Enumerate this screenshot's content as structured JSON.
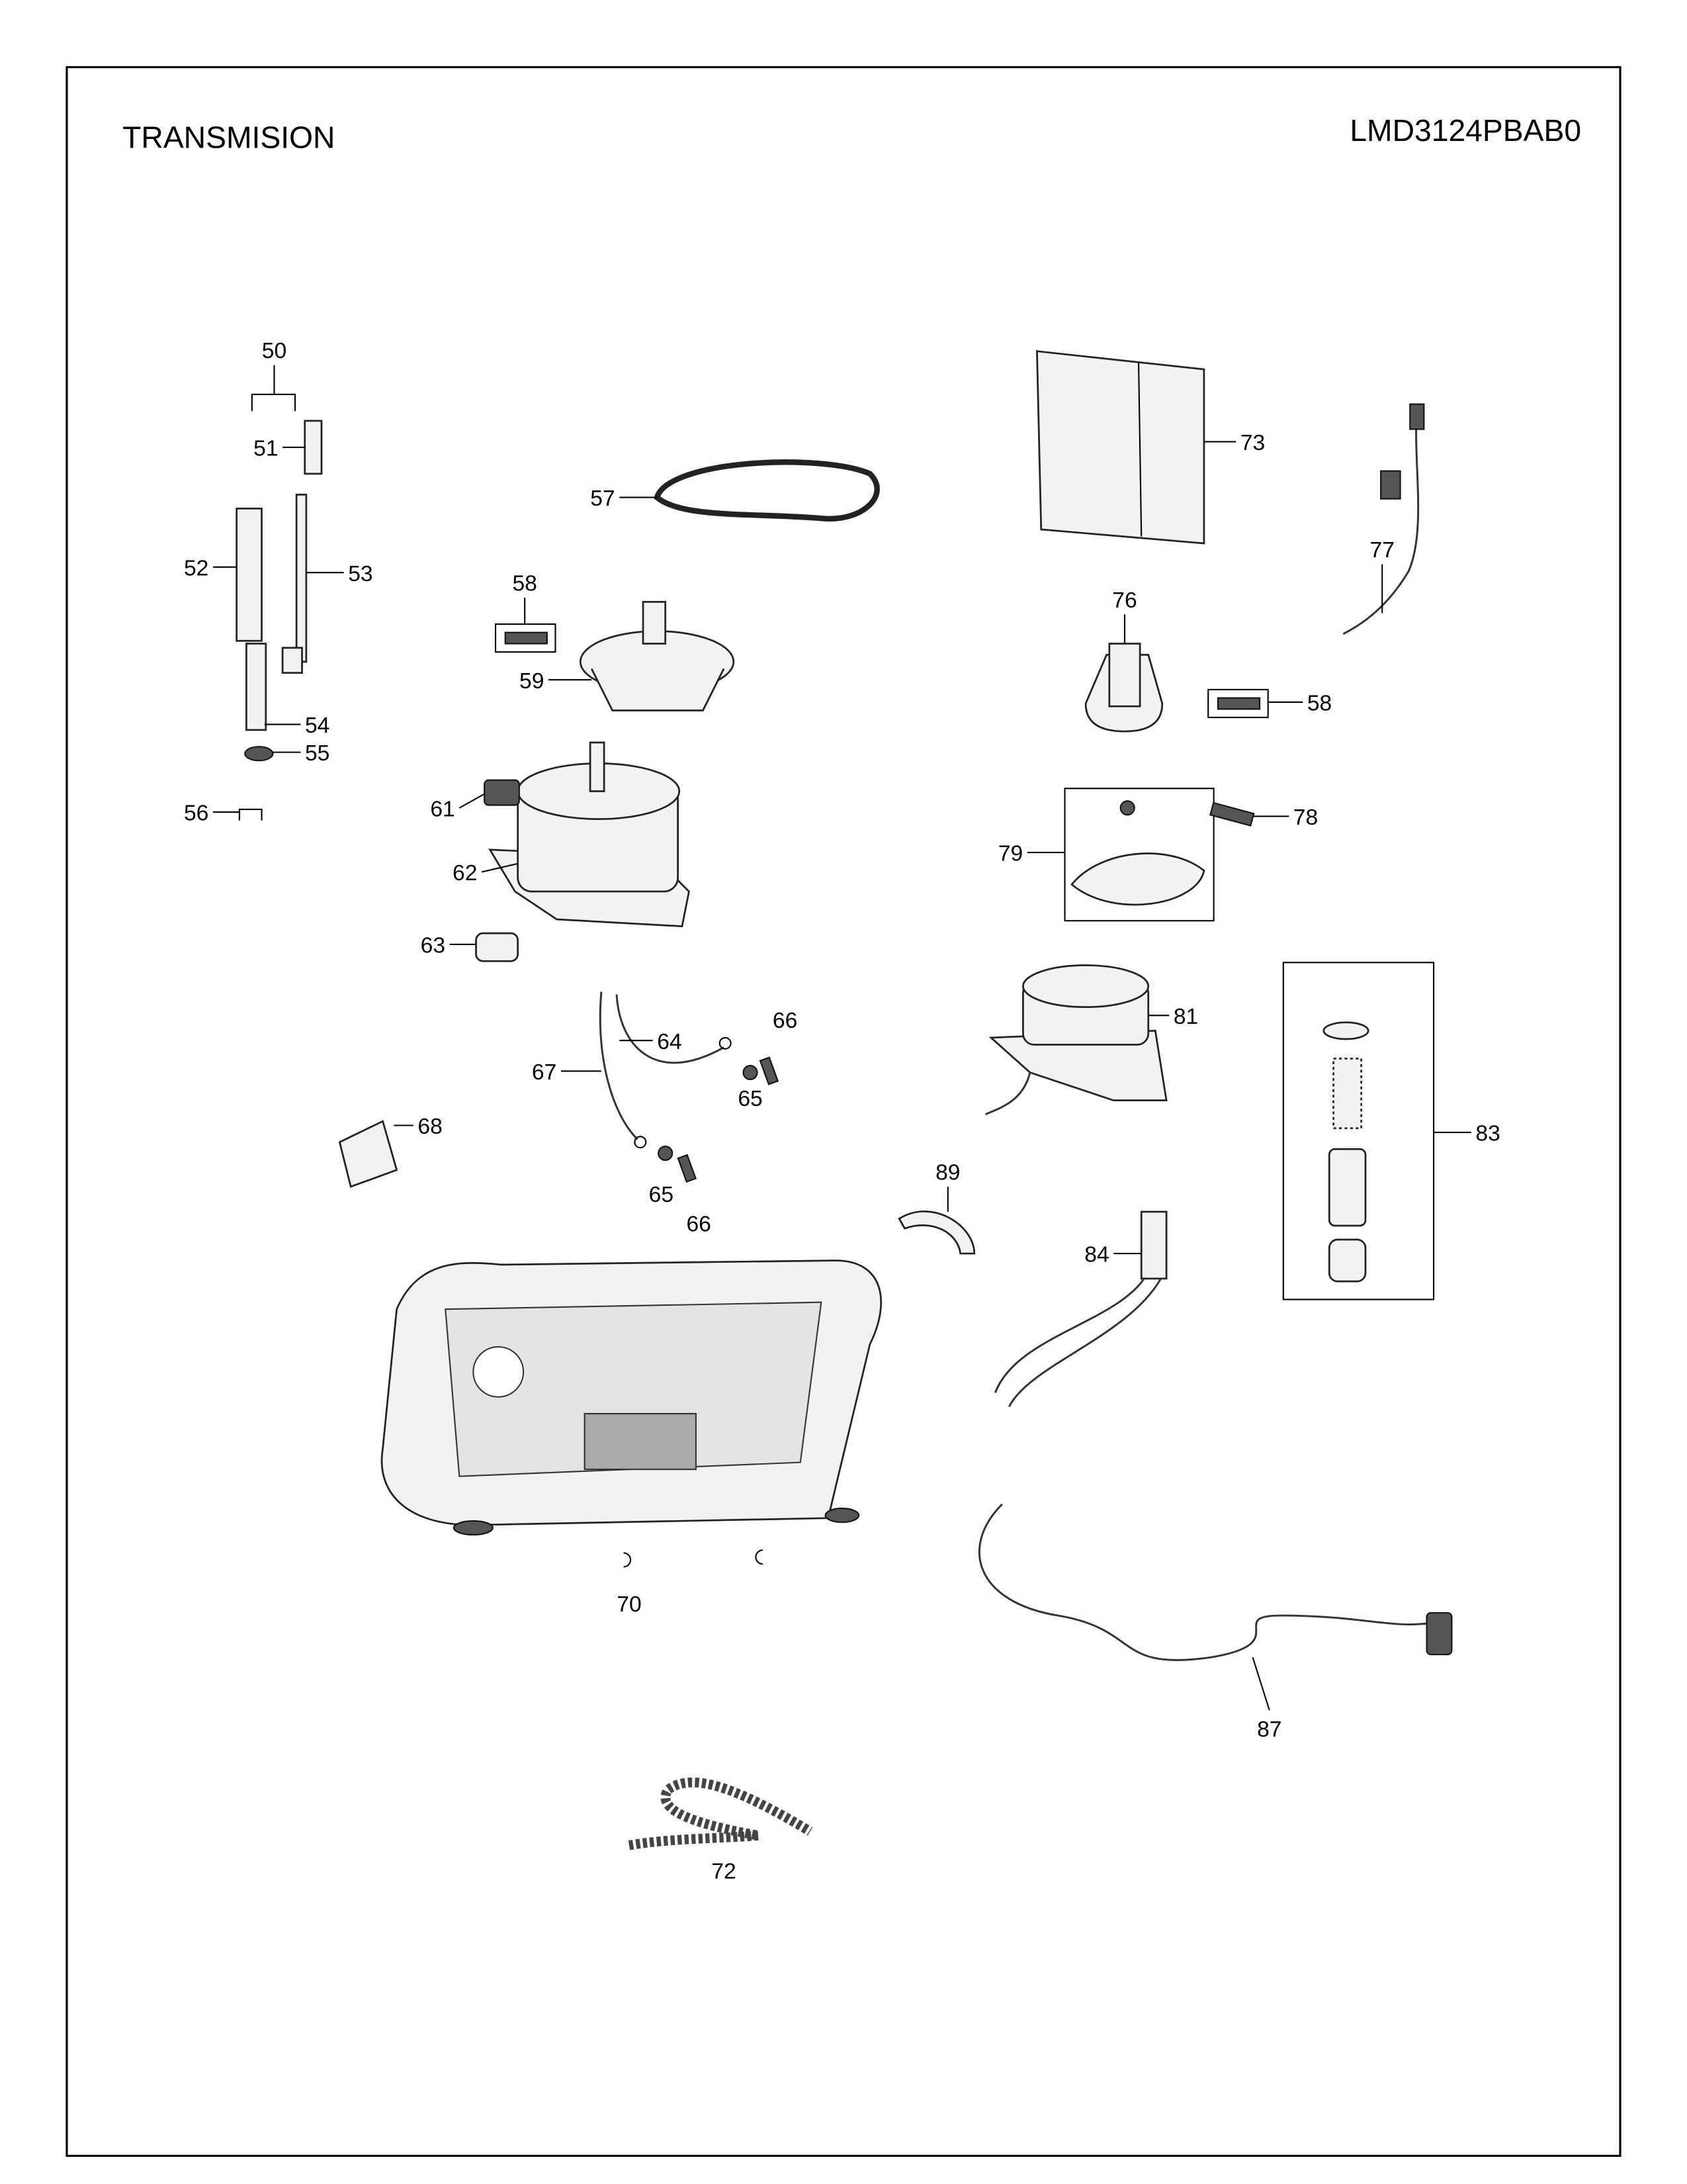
{
  "header": {
    "section_title": "TRANSMISION",
    "model_number": "LMD3124PBAB0"
  },
  "callouts": [
    {
      "id": "c50",
      "label": "50"
    },
    {
      "id": "c51",
      "label": "51"
    },
    {
      "id": "c52",
      "label": "52"
    },
    {
      "id": "c53",
      "label": "53"
    },
    {
      "id": "c54",
      "label": "54"
    },
    {
      "id": "c55",
      "label": "55"
    },
    {
      "id": "c56",
      "label": "56"
    },
    {
      "id": "c57",
      "label": "57"
    },
    {
      "id": "c58a",
      "label": "58"
    },
    {
      "id": "c59",
      "label": "59"
    },
    {
      "id": "c61",
      "label": "61"
    },
    {
      "id": "c62",
      "label": "62"
    },
    {
      "id": "c63",
      "label": "63"
    },
    {
      "id": "c64",
      "label": "64"
    },
    {
      "id": "c65a",
      "label": "65"
    },
    {
      "id": "c66a",
      "label": "66"
    },
    {
      "id": "c67",
      "label": "67"
    },
    {
      "id": "c68",
      "label": "68"
    },
    {
      "id": "c65b",
      "label": "65"
    },
    {
      "id": "c66b",
      "label": "66"
    },
    {
      "id": "c70",
      "label": "70"
    },
    {
      "id": "c72",
      "label": "72"
    },
    {
      "id": "c73",
      "label": "73"
    },
    {
      "id": "c76",
      "label": "76"
    },
    {
      "id": "c77",
      "label": "77"
    },
    {
      "id": "c58b",
      "label": "58"
    },
    {
      "id": "c78",
      "label": "78"
    },
    {
      "id": "c79",
      "label": "79"
    },
    {
      "id": "c81",
      "label": "81"
    },
    {
      "id": "c83",
      "label": "83"
    },
    {
      "id": "c89",
      "label": "89"
    },
    {
      "id": "c84",
      "label": "84"
    },
    {
      "id": "c87",
      "label": "87"
    }
  ]
}
